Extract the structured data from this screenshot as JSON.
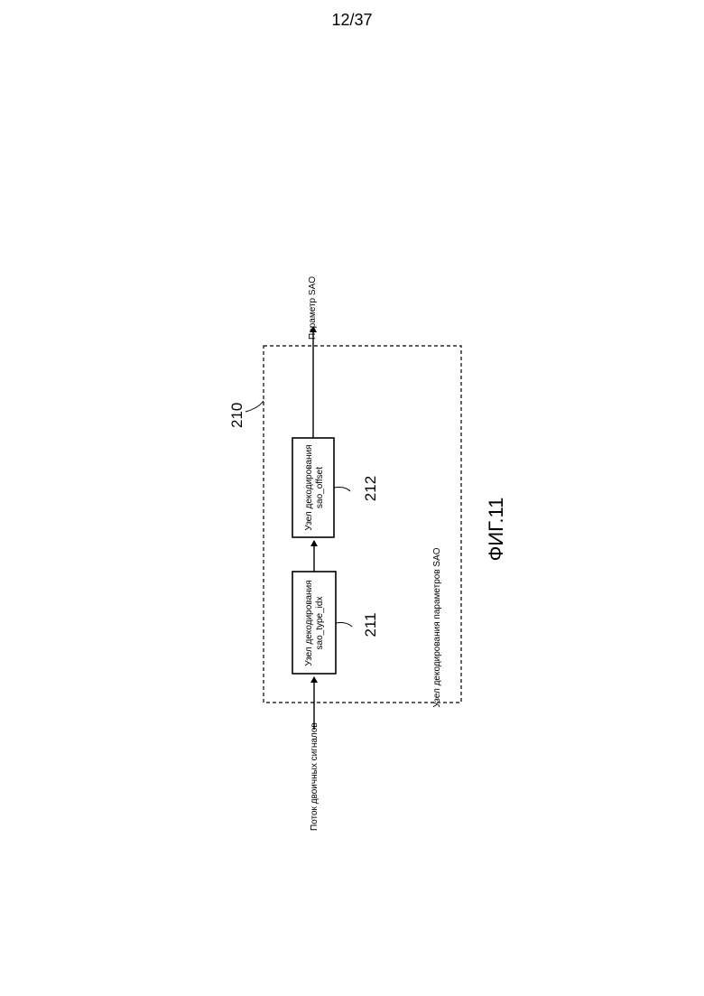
{
  "page": {
    "number": "12/37"
  },
  "diagram": {
    "input_label": "Поток двоичных сигналов",
    "output_label": "Параметр SAO",
    "container": {
      "ref": "210",
      "label": "Узел декодирования параметров SAO"
    },
    "blocks": [
      {
        "ref": "211",
        "line1": "Узел декодирования",
        "line2": "sao_type_idx"
      },
      {
        "ref": "212",
        "line1": "Узел декодирования",
        "line2": "sao_offset"
      }
    ],
    "figure_label": "ФИГ.11"
  }
}
